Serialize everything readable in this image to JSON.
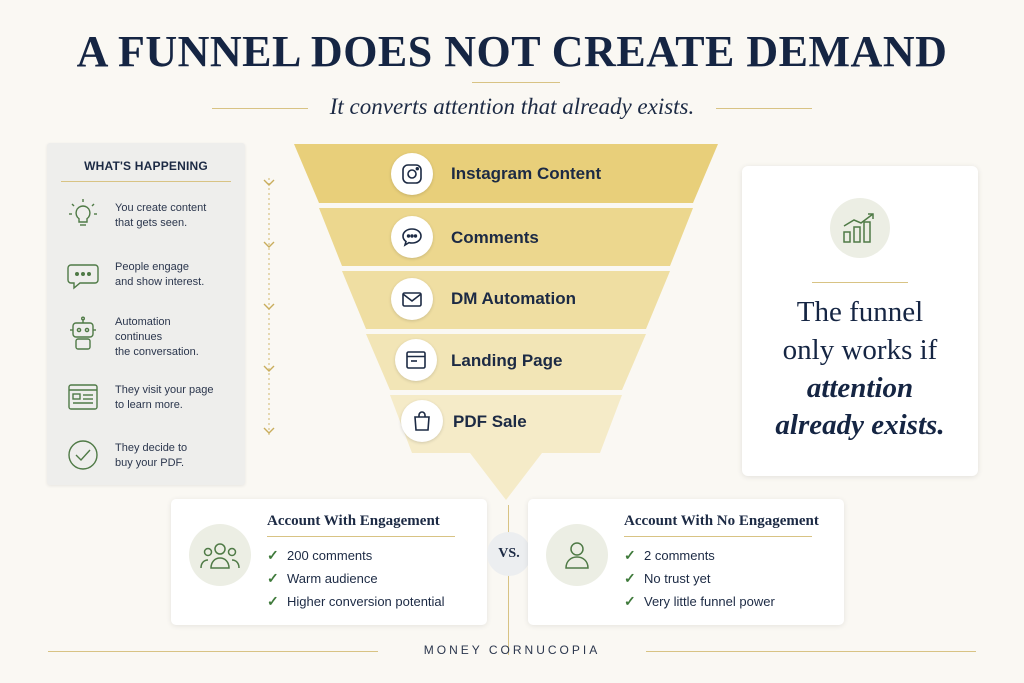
{
  "header": {
    "title": "A FUNNEL DOES NOT CREATE DEMAND",
    "subtitle": "It converts attention that already exists."
  },
  "left_panel": {
    "heading": "WHAT'S HAPPENING",
    "steps": [
      {
        "icon": "lightbulb-icon",
        "lines": [
          "You create content",
          "that gets seen."
        ]
      },
      {
        "icon": "chat-bubble-icon",
        "lines": [
          "People engage",
          "and show interest."
        ]
      },
      {
        "icon": "robot-icon",
        "lines": [
          "Automation",
          "continues",
          "the conversation."
        ]
      },
      {
        "icon": "webpage-icon",
        "lines": [
          "They visit your page",
          "to learn more."
        ]
      },
      {
        "icon": "check-circle-icon",
        "lines": [
          "They decide to",
          "buy your PDF."
        ]
      }
    ]
  },
  "funnel": {
    "stages": [
      {
        "label": "Instagram Content",
        "icon": "instagram-icon"
      },
      {
        "label": "Comments",
        "icon": "comment-icon"
      },
      {
        "label": "DM Automation",
        "icon": "envelope-icon"
      },
      {
        "label": "Landing Page",
        "icon": "browser-window-icon"
      },
      {
        "label": "PDF Sale",
        "icon": "shopping-bag-icon"
      }
    ],
    "colors": [
      "#e8cf7a",
      "#ecd78e",
      "#efdea2",
      "#f2e5b6",
      "#f5ebc8"
    ]
  },
  "right_card": {
    "icon": "growth-chart-icon",
    "lines": [
      "The funnel",
      "only works if",
      "attention",
      "already exists."
    ]
  },
  "comparison": {
    "vs_label": "VS.",
    "left": {
      "title": "Account With Engagement",
      "icon": "group-users-icon",
      "items": [
        "200 comments",
        "Warm audience",
        "Higher conversion potential"
      ]
    },
    "right": {
      "title": "Account With No Engagement",
      "icon": "single-user-icon",
      "items": [
        "2 comments",
        "No trust yet",
        "Very little funnel power"
      ]
    }
  },
  "footer": {
    "text": "MONEY CORNUCOPIA"
  },
  "colors": {
    "navy": "#152543",
    "gold": "#d8c384",
    "green": "#3f7a3b",
    "background": "#faf8f3"
  }
}
